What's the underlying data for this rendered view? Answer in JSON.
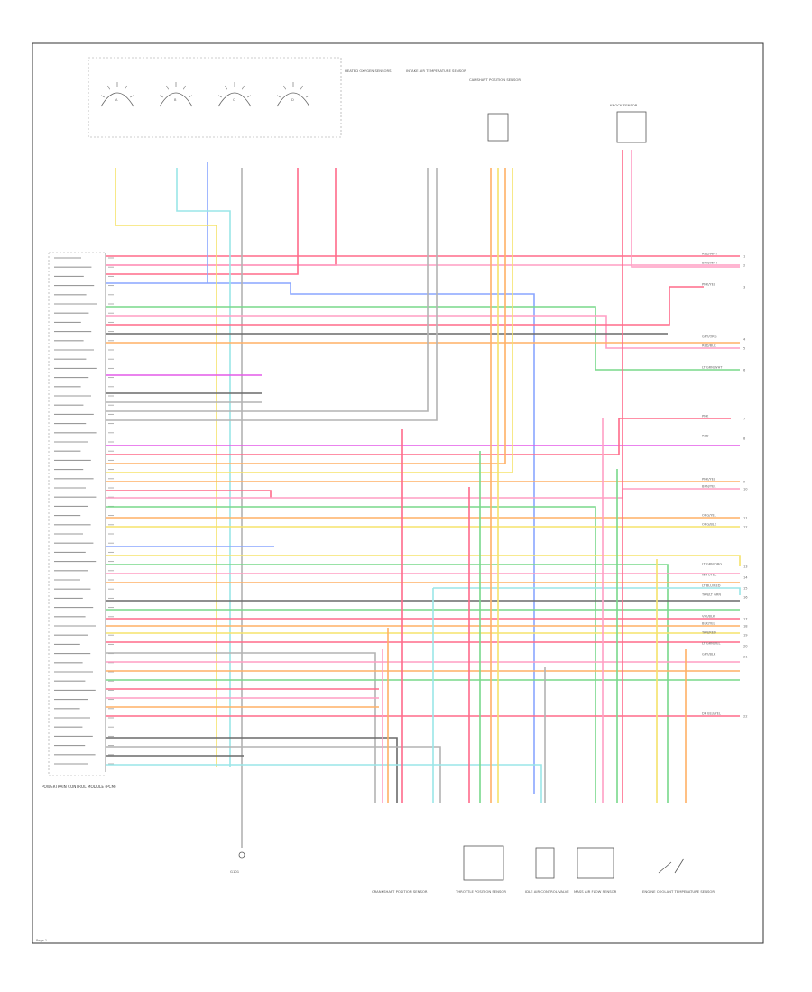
{
  "pcm_title": "POWERTRAIN CONTROL MODULE (PCM)",
  "page_ref": "Page 1",
  "sensors_top": [
    "A",
    "B",
    "C",
    "D"
  ],
  "top_components": [
    "HEATED OXYGEN SENSORS",
    "INTAKE AIR TEMPERATURE SENSOR",
    "CAMSHAFT POSITION SENSOR",
    "KNOCK SENSOR"
  ],
  "bottom_components": [
    "G101",
    "CRANKSHAFT POSITION SENSOR",
    "THROTTLE POSITION SENSOR",
    "IDLE AIR CONTROL VALVE",
    "MASS AIR FLOW SENSOR",
    "ENGINE COOLANT TEMPERATURE SENSOR"
  ],
  "right_wires": [
    "RED/WHT",
    "BRN/WHT",
    "PNK/YEL",
    "GRY/ORG",
    "RED/BLK",
    "LT GRN/WHT",
    "PNK",
    "RED",
    "PNK/YEL",
    "BRN/YEL",
    "ORG/YEL",
    "ORG/BLK",
    "LT GRN/ORG",
    "WHT/YEL",
    "LT BLU/RED",
    "TAN/LT GRN",
    "VIO/BLK",
    "BLK/YEL",
    "TAN/RED",
    "LT GRN/YEL",
    "GRY/BLK",
    "DK BLU/YEL"
  ],
  "colors": {
    "red": "#ff6b8a",
    "pink": "#ff9ec4",
    "green": "#78d98a",
    "blue": "#8aa6ff",
    "cyan": "#9ae6e8",
    "yellow": "#f5e36b",
    "orange": "#ffb066",
    "magenta": "#e35ae8",
    "gray": "#b3b3b3",
    "black": "#6a6a6a"
  }
}
